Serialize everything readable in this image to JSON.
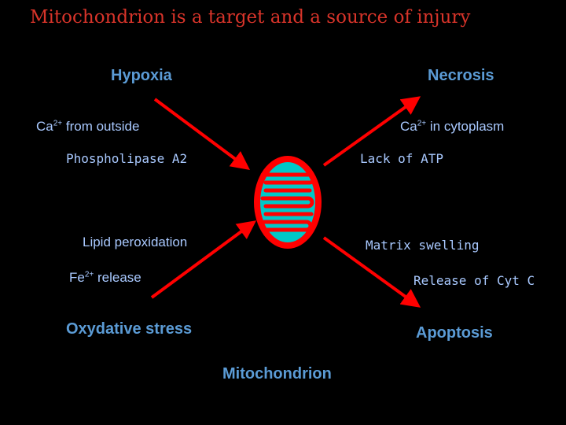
{
  "title": "Mitochondrion is a target and a source of injury",
  "top_left_heading": "Hypoxia",
  "top_right_heading": "Necrosis",
  "bottom_left_heading": "Oxydative stress",
  "bottom_right_heading": "Apoptosis",
  "center_label": "Mitochondrion",
  "left_items": {
    "ca_from_outside": {
      "base": "Ca",
      "sup": "2+",
      "rest": " from outside"
    },
    "phospholipase": "Phospholipase A2",
    "lipid_peroxidation": "Lipid peroxidation",
    "fe_release": {
      "base": "Fe",
      "sup": "2+",
      "rest": " release"
    }
  },
  "right_items": {
    "ca_in_cytoplasm": {
      "base": "Ca",
      "sup": "2+",
      "rest": " in cytoplasm"
    },
    "lack_of_atp": "Lack of ATP",
    "matrix_swelling": "Matrix swelling",
    "release_cyt_c": "Release of Cyt C"
  },
  "colors": {
    "background": "#000000",
    "title": "#d8342a",
    "heading": "#5b9bd5",
    "item_text": "#a9c9ff",
    "arrow": "#ff0000",
    "mitochondrion_outer": "#ff0000",
    "mitochondrion_matrix": "#00c8c8"
  }
}
